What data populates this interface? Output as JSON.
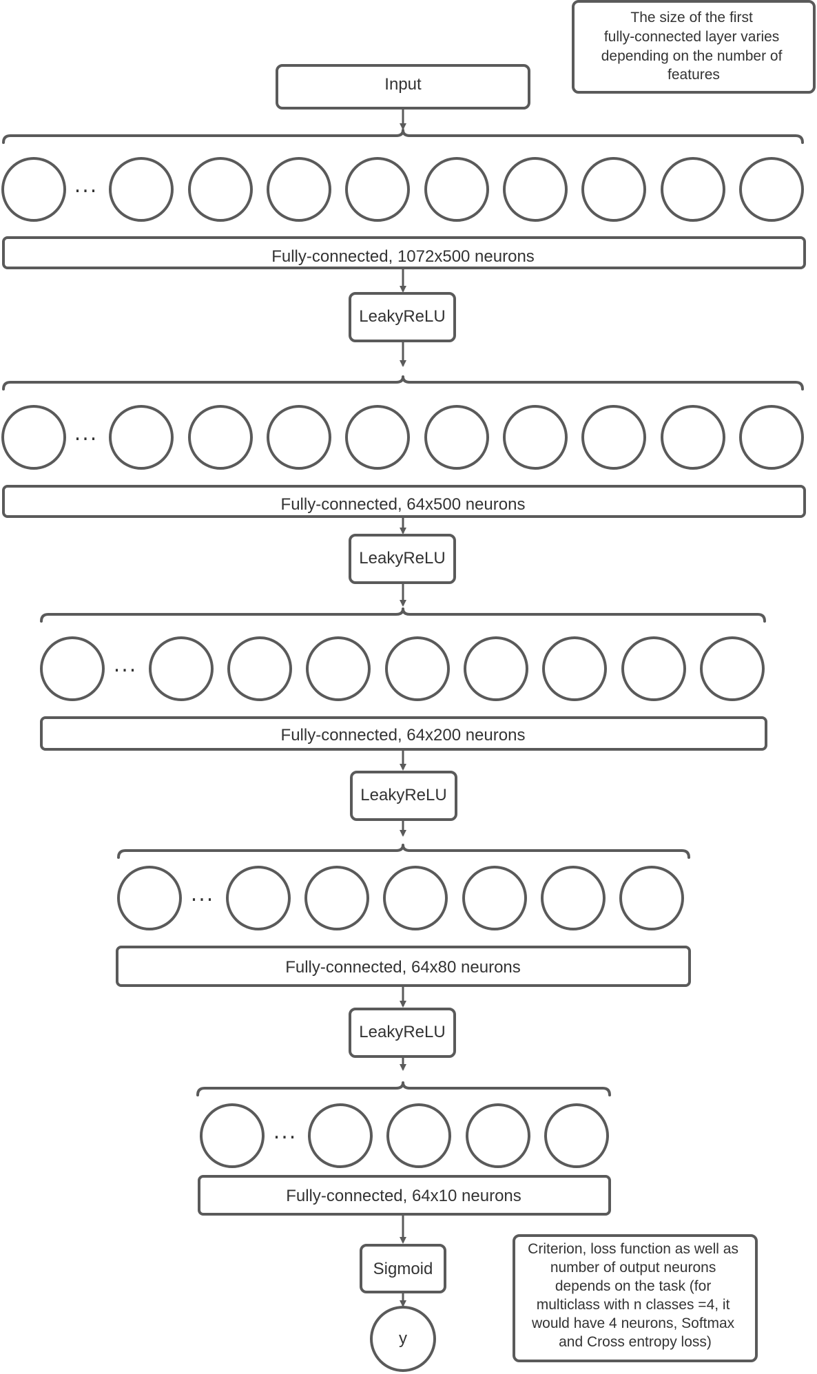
{
  "nodes": {
    "input": "Input",
    "act1": "LeakyReLU",
    "act2": "LeakyReLU",
    "act3": "LeakyReLU",
    "act4": "LeakyReLU",
    "sigmoid": "Sigmoid",
    "output": "y"
  },
  "layers": [
    {
      "label": "Fully-connected, 1072x500 neurons",
      "neuron_count": 10
    },
    {
      "label": "Fully-connected, 64x500 neurons",
      "neuron_count": 10
    },
    {
      "label": "Fully-connected, 64x200 neurons",
      "neuron_count": 9
    },
    {
      "label": "Fully-connected, 64x80 neurons",
      "neuron_count": 7
    },
    {
      "label": "Fully-connected, 64x10 neurons",
      "neuron_count": 5
    }
  ],
  "ellipsis": "...",
  "notes": {
    "top": [
      "The size of the first",
      "fully-connected layer varies",
      "depending on the number of",
      "features"
    ],
    "bottom": [
      "Criterion, loss function as well as",
      "number of output neurons",
      "depends on the task (for",
      "multiclass with n classes =4, it",
      "would have 4 neurons, Softmax",
      "and Cross entropy loss)"
    ]
  }
}
